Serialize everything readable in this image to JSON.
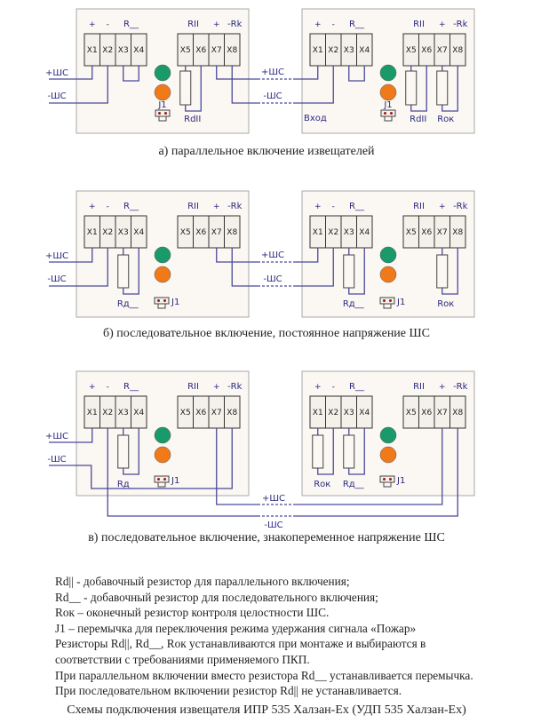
{
  "colors": {
    "wire": "#4a4a9a",
    "board_fill": "#fbf7f2",
    "board_stroke": "#a8a8a8",
    "terminal_fill": "#f3f1ea",
    "terminal_stroke": "#333333",
    "led_green": "#1a9a6a",
    "led_orange": "#f07a1a",
    "label": "#2a2a80"
  },
  "terminal_labels": [
    "X1",
    "X2",
    "X3",
    "X4",
    "X5",
    "X6",
    "X7",
    "X8"
  ],
  "group_labels": {
    "plus": "+",
    "minus": "-",
    "r_series": "R__",
    "r_parallel": "RII",
    "plus_rk": "+",
    "minus_rk": "-Rk"
  },
  "wire_labels": {
    "plus_shs": "+ШС",
    "minus_shs": "-ШС"
  },
  "component_labels": {
    "jumper": "J1",
    "rd_parallel": "RdII",
    "rd_series": "Rд__",
    "rok": "Rок",
    "input": "Вход"
  },
  "schemes": [
    {
      "id": "a",
      "caption": "а) параллельное включение извещателей"
    },
    {
      "id": "b",
      "caption": "б) последовательное включение, постоянное напряжение ШС"
    },
    {
      "id": "c",
      "caption": "в) последовательное включение, знакопеременное напряжение ШС"
    }
  ],
  "notes": [
    "Rd|| - добавочный резистор для параллельного включения;",
    "Rd__ - добавочный резистор для последовательного включения;",
    "Rок – оконечный резистор контроля целостности ШС.",
    "J1 – перемычка для переключения режима удержания сигнала «Пожар»",
    "Резисторы  Rd||, Rd__, Rок  устанавливаются при монтаже и выбираются в",
    "соответствии с требованиями применяемого ПКП.",
    "При параллельном включении вместо резистора Rd__ устанавливается перемычка.",
    "При последовательном включении резистор Rd|| не устанавливается."
  ],
  "footer": "Схемы подключения извещателя ИПР 535 Халзан-Ex (УДП 535 Халзан-Ex)"
}
